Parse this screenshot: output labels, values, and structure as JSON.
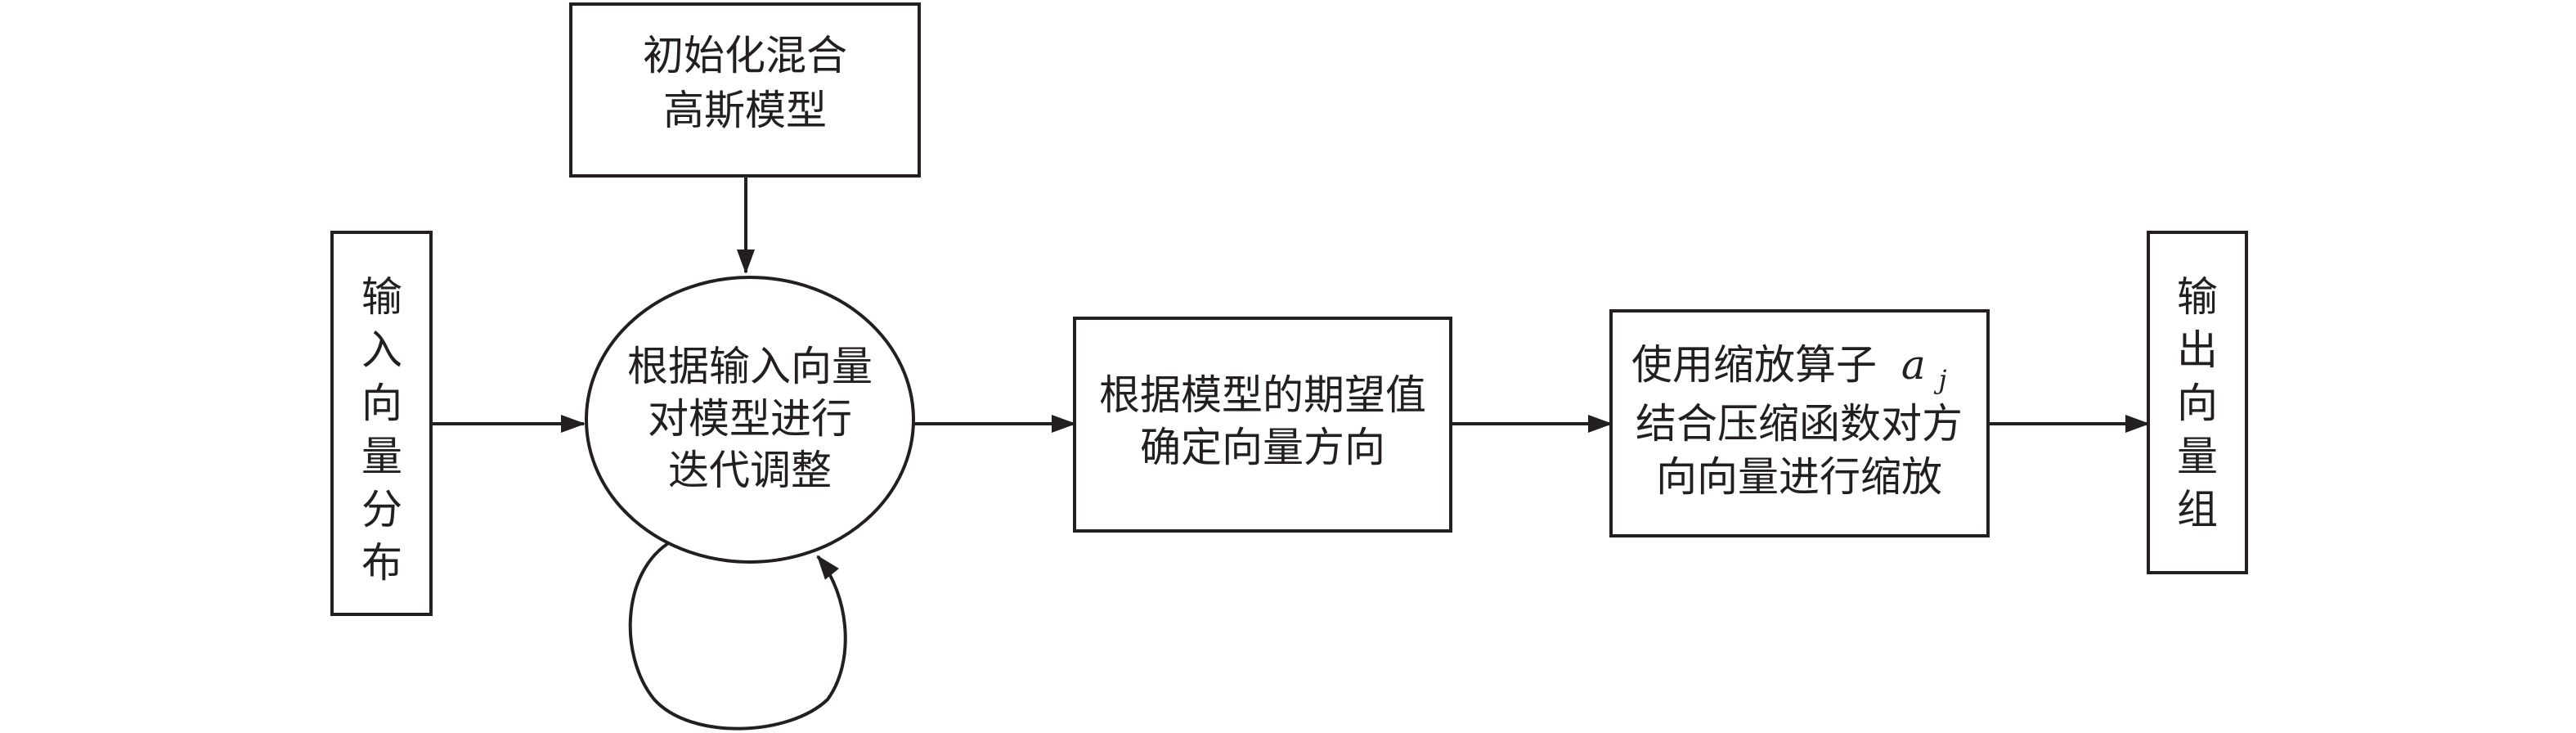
{
  "diagram": {
    "nodes": {
      "init": {
        "lines": [
          "初始化混合",
          "高斯模型"
        ]
      },
      "input": {
        "chars": [
          "输",
          "入",
          "向",
          "量",
          "分",
          "布"
        ]
      },
      "iterate": {
        "lines": [
          "根据输入向量",
          "对模型进行",
          "迭代调整"
        ]
      },
      "direction": {
        "lines": [
          "根据模型的期望值",
          "确定向量方向"
        ]
      },
      "scale": {
        "line1": "使用缩放算子",
        "operator_symbol": "a",
        "operator_subscript": "j",
        "line2": "结合压缩函数对方",
        "line3": "向向量进行缩放"
      },
      "output": {
        "chars": [
          "输",
          "出",
          "向",
          "量",
          "组"
        ]
      }
    },
    "edges": [
      {
        "from": "init",
        "to": "iterate"
      },
      {
        "from": "input",
        "to": "iterate"
      },
      {
        "from": "iterate",
        "to": "iterate",
        "kind": "self-loop"
      },
      {
        "from": "iterate",
        "to": "direction"
      },
      {
        "from": "direction",
        "to": "scale"
      },
      {
        "from": "scale",
        "to": "output"
      }
    ],
    "colors": {
      "stroke": "#231f20",
      "background": "#ffffff"
    }
  }
}
